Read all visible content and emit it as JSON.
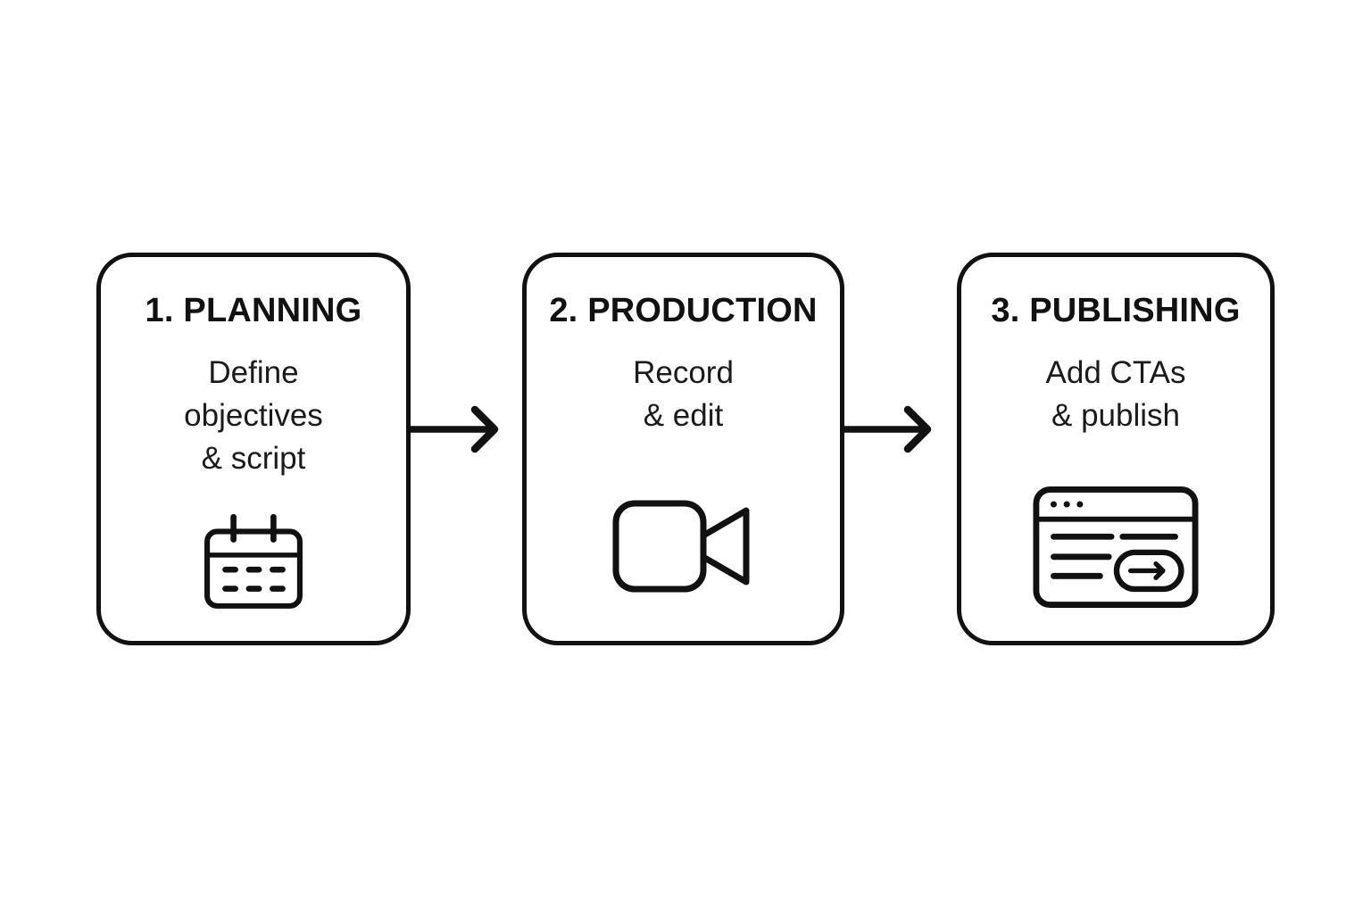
{
  "diagram": {
    "title": "video workflow: planning, production, publishing",
    "colors": {
      "background": "#ffffff",
      "ink": "#111111"
    },
    "steps": [
      {
        "heading": "1. PLANNING",
        "description": "Define\nobjectives\n& script",
        "icon": "calendar-icon"
      },
      {
        "heading": "2. PRODUCTION",
        "description": "Record\n& edit",
        "icon": "video-camera-icon"
      },
      {
        "heading": "3. PUBLISHING",
        "description": "Add CTAs\n& publish",
        "icon": "browser-publish-icon"
      }
    ]
  }
}
